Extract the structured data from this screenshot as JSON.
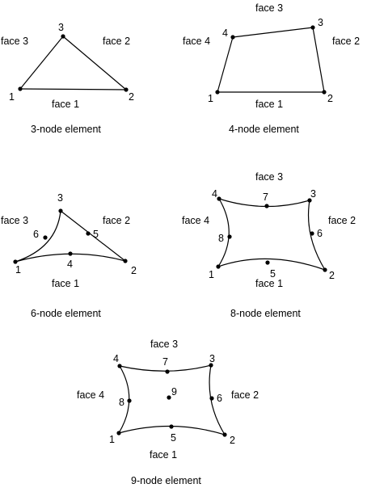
{
  "elements": [
    {
      "caption": "3-node element",
      "nodes": [
        "1",
        "2",
        "3"
      ],
      "faces": [
        "face 1",
        "face 2",
        "face 3"
      ]
    },
    {
      "caption": "4-node element",
      "nodes": [
        "1",
        "2",
        "3",
        "4"
      ],
      "faces": [
        "face 1",
        "face 2",
        "face 3",
        "face 4"
      ]
    },
    {
      "caption": "6-node element",
      "nodes": [
        "1",
        "2",
        "3",
        "4",
        "5",
        "6"
      ],
      "faces": [
        "face 1",
        "face 2",
        "face 3"
      ]
    },
    {
      "caption": "8-node element",
      "nodes": [
        "1",
        "2",
        "3",
        "4",
        "5",
        "6",
        "7",
        "8"
      ],
      "faces": [
        "face 1",
        "face 2",
        "face 3",
        "face 4"
      ]
    },
    {
      "caption": "9-node element",
      "nodes": [
        "1",
        "2",
        "3",
        "4",
        "5",
        "6",
        "7",
        "8",
        "9"
      ],
      "faces": [
        "face 1",
        "face 2",
        "face 3",
        "face 4"
      ]
    }
  ]
}
